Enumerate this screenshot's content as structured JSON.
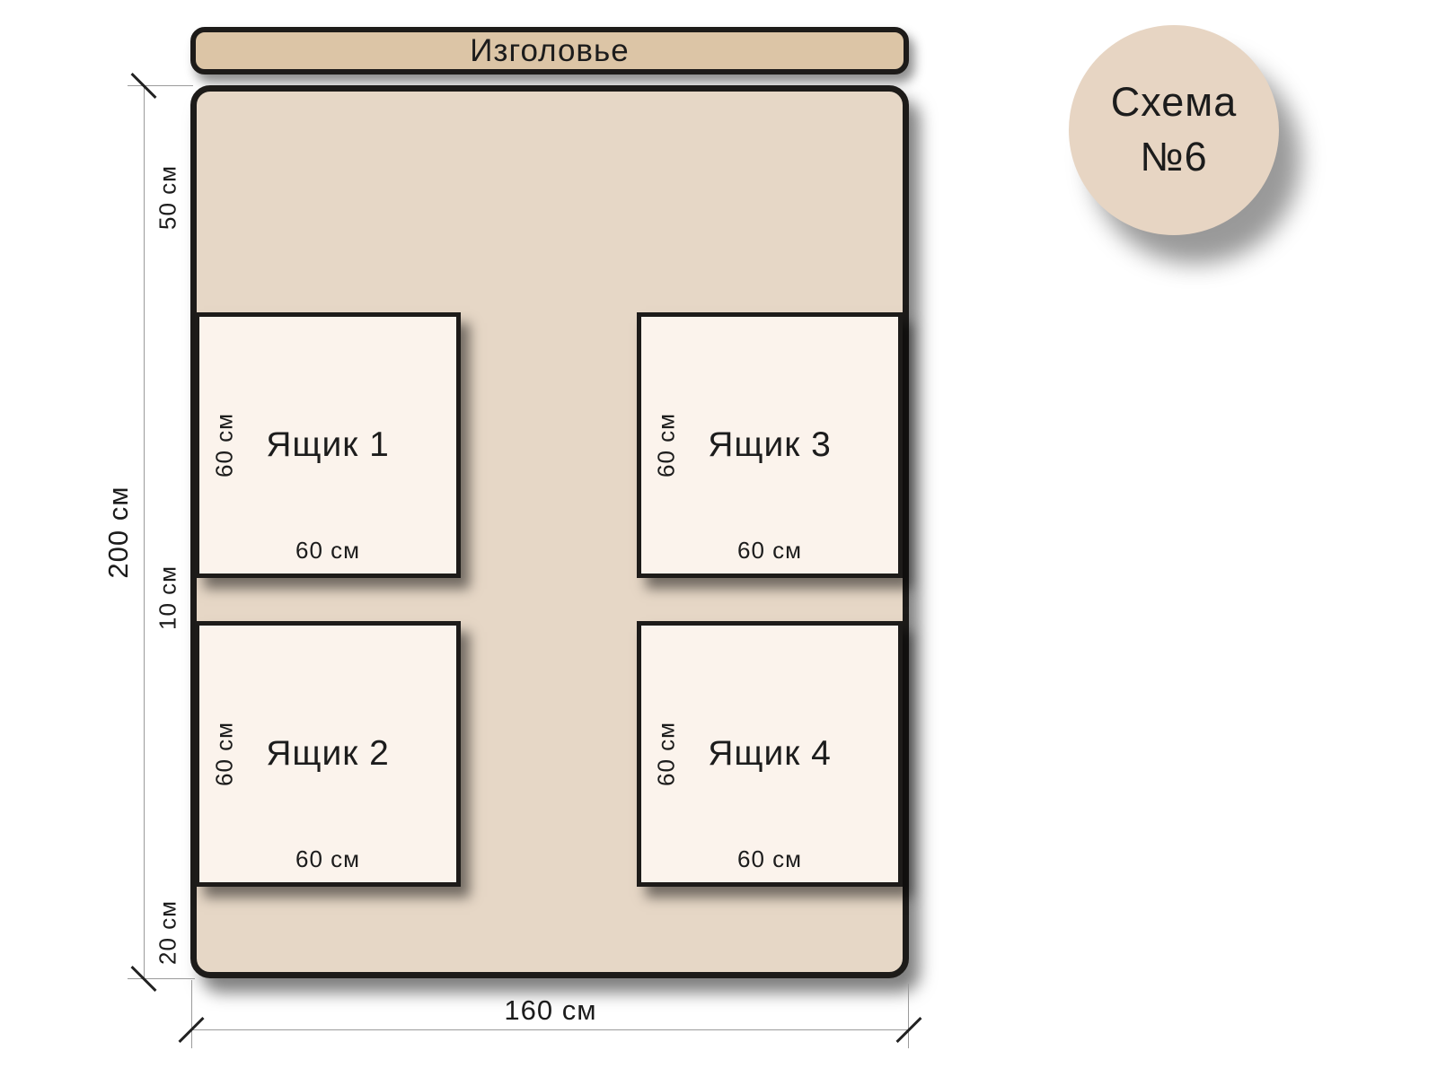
{
  "headboard": {
    "label": "Изголовье"
  },
  "badge": {
    "line1": "Схема",
    "line2": "№6"
  },
  "dimensions": {
    "bed_height": "200 см",
    "bed_width": "160 см",
    "top_offset": "50 см",
    "middle_gap": "10 см",
    "bottom_offset": "20 см"
  },
  "drawers": [
    {
      "name": "Ящик 1",
      "width": "60 см",
      "height": "60 см"
    },
    {
      "name": "Ящик 2",
      "width": "60 см",
      "height": "60 см"
    },
    {
      "name": "Ящик 3",
      "width": "60 см",
      "height": "60 см"
    },
    {
      "name": "Ящик 4",
      "width": "60 см",
      "height": "60 см"
    }
  ],
  "colors": {
    "headboard_fill": "#dcc5a6",
    "bed_fill": "#e6d7c6",
    "drawer_fill": "#fbf3ec",
    "badge_fill": "#e7d5c3",
    "outline": "#1d1b19",
    "dimension_line": "#9b9b9b",
    "text": "#1c1c1c"
  }
}
